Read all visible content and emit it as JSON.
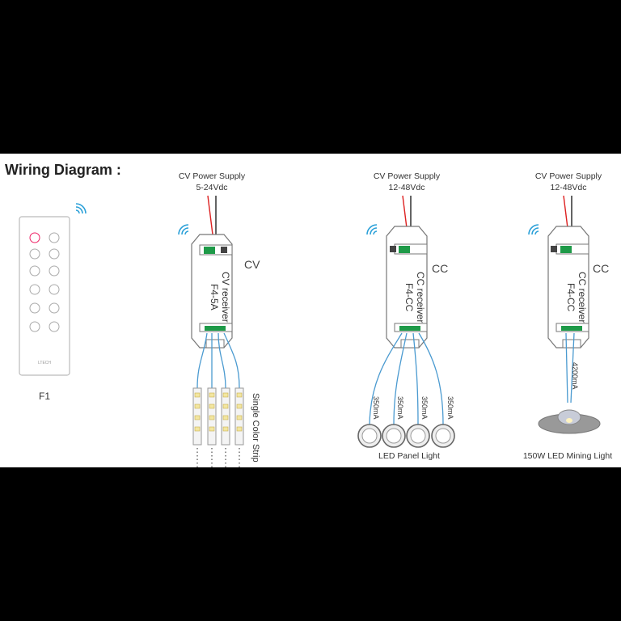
{
  "title": "Wiring Diagram :",
  "remote": {
    "label": "F1",
    "brand": "LTECH"
  },
  "receivers": [
    {
      "supply": "CV Power Supply",
      "voltage": "5-24Vdc",
      "type_tag": "CV",
      "model_line1": "CV receiver",
      "model_line2": "F4-5A",
      "load_label": "Single Color Strip"
    },
    {
      "supply": "CV Power Supply",
      "voltage": "12-48Vdc",
      "type_tag": "CC",
      "model_line1": "CC receiver",
      "model_line2": "F4-CC",
      "load_label": "LED Panel Light",
      "currents": [
        "350mA",
        "350mA",
        "350mA",
        "350mA"
      ]
    },
    {
      "supply": "CV Power Supply",
      "voltage": "12-48Vdc",
      "type_tag": "CC",
      "model_line1": "CC receiver",
      "model_line2": "F4-CC",
      "load_label": "150W LED Mining Light",
      "currents": [
        "4200mA"
      ]
    }
  ],
  "colors": {
    "wireless": "#2aa0d8",
    "terminal": "#1e9a48",
    "wire_red": "#d22",
    "wire_blue": "#4a9ad0"
  }
}
